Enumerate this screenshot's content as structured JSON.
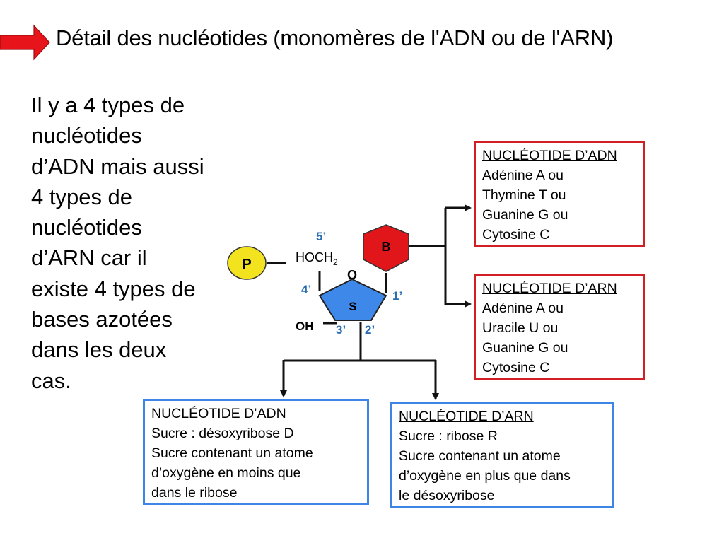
{
  "title": "Détail des nucléotides (monomères de l'ADN ou de l'ARN)",
  "intro": {
    "lines": [
      "Il y a 4 types de",
      "nucléotides",
      "d’ADN mais aussi",
      "4 types de",
      "nucléotides",
      "d’ARN car il",
      "existe 4 types de",
      "bases azotées",
      "dans les deux",
      "cas."
    ]
  },
  "molecule": {
    "phosphate_label": "P",
    "base_label": "B",
    "sugar_label": "S",
    "ring_oxygen": "O",
    "hoch_prefix": "HOCH",
    "hoch_subscript": "2",
    "oh_label": "OH",
    "carbon_labels": {
      "c5": "5’",
      "c4": "4’",
      "c3": "3’",
      "c2": "2’",
      "c1": "1’"
    }
  },
  "base_boxes": {
    "adn": {
      "heading": "NUCLÉOTIDE D’ADN",
      "lines": [
        "Adénine A ou",
        "Thymine T ou",
        "Guanine G ou",
        "Cytosine C"
      ]
    },
    "arn": {
      "heading": "NUCLÉOTIDE D’ARN",
      "lines": [
        "Adénine A ou",
        "Uracile U ou",
        "Guanine G ou",
        "Cytosine C"
      ]
    }
  },
  "sugar_boxes": {
    "adn": {
      "heading": "NUCLÉOTIDE D’ADN",
      "lines": [
        "Sucre : désoxyribose D",
        "Sucre contenant un atome",
        "d’oxygène en moins que",
        "dans le ribose"
      ]
    },
    "arn": {
      "heading": "NUCLÉOTIDE D’ARN",
      "lines": [
        "Sucre : ribose R",
        "Sucre contenant un atome",
        "d’oxygène en plus que dans",
        "le désoxyribose"
      ]
    }
  },
  "colors": {
    "title_arrow": "#e8141b",
    "phosphate": "#f3e31f",
    "base": "#e0161b",
    "sugar": "#3e88ea",
    "carbon_label": "#2a6db0",
    "red_box": "#d21f26",
    "blue_box": "#3d86e6"
  }
}
